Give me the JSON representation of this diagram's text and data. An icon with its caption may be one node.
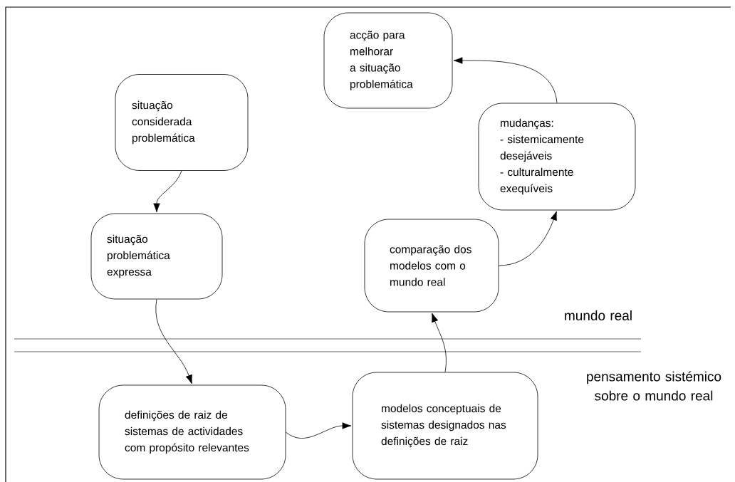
{
  "diagram": {
    "nodes": [
      {
        "text": [
          "acção para melhorar a situação problemática"
        ]
      },
      {
        "text": [
          "situação considerada problemática"
        ]
      },
      {
        "text": [
          "mudanças:",
          "- sistemicamente desejáveis",
          "- culturalmente exequíveis"
        ]
      },
      {
        "text": [
          "situação problemática expressa"
        ]
      },
      {
        "text": [
          "comparação dos modelos com o mundo real"
        ]
      },
      {
        "text": [
          "definições de raiz de sistemas de actividades com propósito relevantes"
        ]
      },
      {
        "text": [
          "modelos conceptuais de sistemas designados nas definições de raiz"
        ]
      }
    ],
    "edges": [
      {
        "from": 1,
        "to": 3,
        "arrow": "to"
      },
      {
        "from": 3,
        "to": 5,
        "arrow": "to"
      },
      {
        "from": 5,
        "to": 6,
        "arrow": "to"
      },
      {
        "from": 6,
        "to": 4,
        "arrow": "to"
      },
      {
        "from": 4,
        "to": 2,
        "arrow": "to"
      },
      {
        "from": 2,
        "to": 0,
        "arrow": "to"
      }
    ],
    "labels": [
      "mundo real",
      "pensamento sistémico sobre o mundo real"
    ]
  }
}
